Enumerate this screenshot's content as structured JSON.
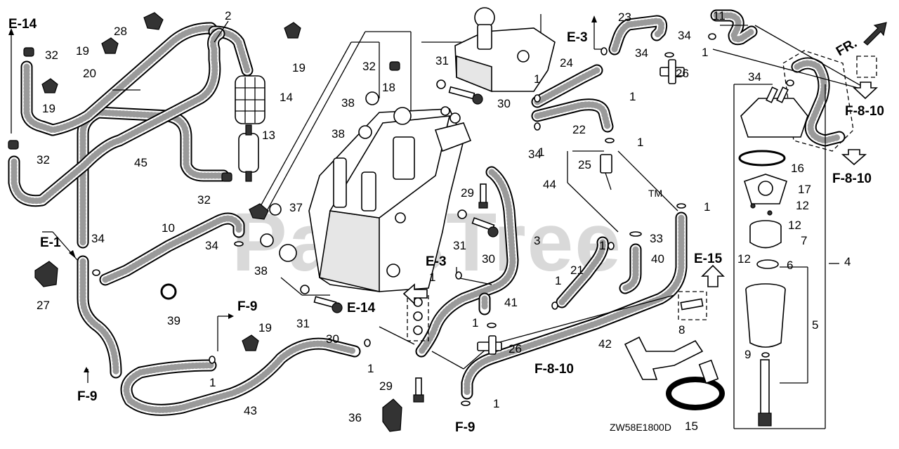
{
  "diagram": {
    "code": "ZW58E1800D",
    "watermark": "PartsTree",
    "trademark": "TM",
    "direction_label": "FR.",
    "part_numbers": [
      "1",
      "2",
      "3",
      "4",
      "5",
      "6",
      "7",
      "8",
      "9",
      "10",
      "11",
      "12",
      "13",
      "14",
      "15",
      "16",
      "17",
      "18",
      "19",
      "20",
      "21",
      "22",
      "23",
      "24",
      "25",
      "26",
      "27",
      "28",
      "29",
      "30",
      "31",
      "32",
      "33",
      "34",
      "36",
      "37",
      "38",
      "39",
      "40",
      "41",
      "42",
      "43",
      "44",
      "45"
    ],
    "references": [
      "E-14",
      "E-3",
      "E-1",
      "E-15",
      "F-9",
      "F-8-10"
    ]
  }
}
